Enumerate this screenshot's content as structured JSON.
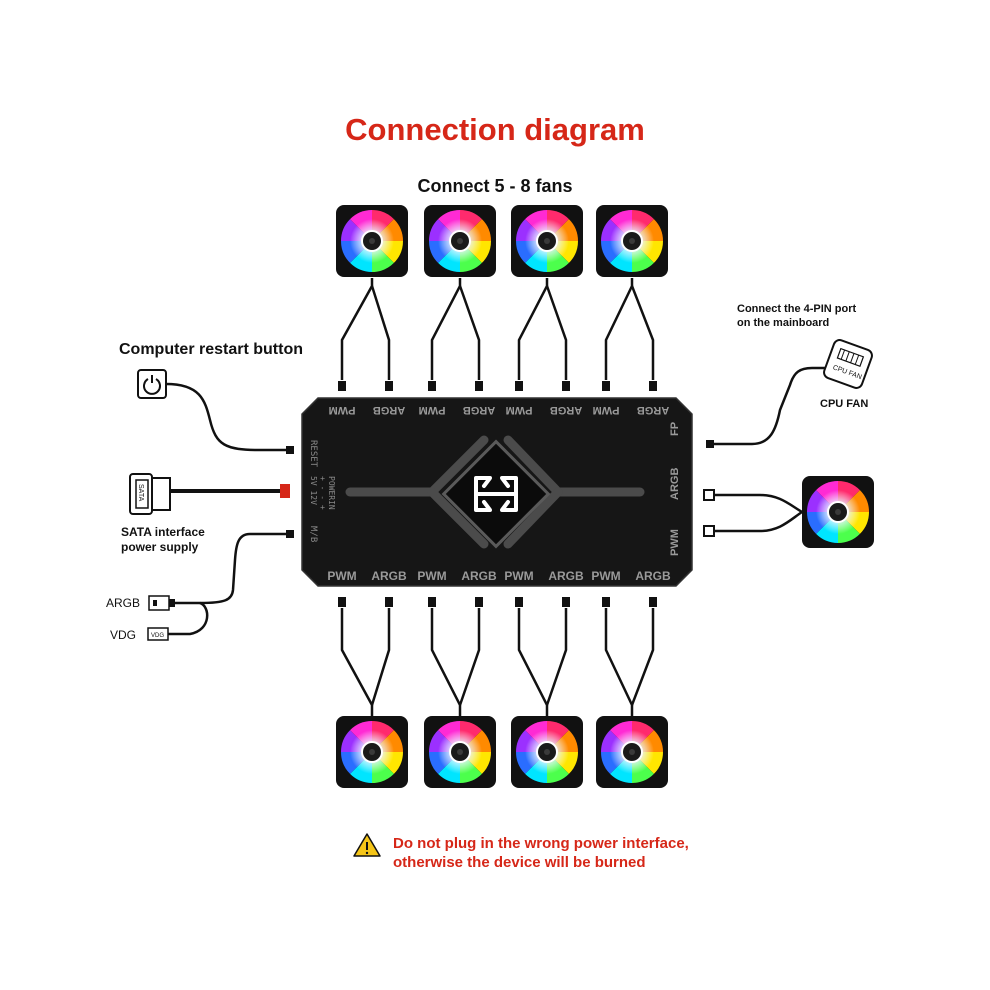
{
  "title": "Connection diagram",
  "subtitle": "Connect 5 - 8 fans",
  "labels": {
    "restart": "Computer restart button",
    "sata_line1": "SATA interface",
    "sata_line2": "power supply",
    "argb": "ARGB",
    "vdg": "VDG",
    "mainboard_line1": "Connect the 4-PIN port",
    "mainboard_line2": "on the mainboard",
    "cpu_fan": "CPU FAN",
    "cpu_fan_icon_text": "CPU FAN",
    "sata_icon_text": "SATA",
    "vdg_icon_text": "VDG"
  },
  "hub": {
    "top_ports": [
      "PWM",
      "ARGB",
      "PWM",
      "ARGB",
      "PWM",
      "ARGB",
      "PWM",
      "ARGB"
    ],
    "bottom_ports": [
      "PWM",
      "ARGB",
      "PWM",
      "ARGB",
      "PWM",
      "ARGB",
      "PWM",
      "ARGB"
    ],
    "left_labels": [
      "RESET",
      "POWERIN",
      "+ - - +",
      "5V 12V",
      "M/B"
    ],
    "right_labels": [
      "FP",
      "ARGB",
      "PWM"
    ]
  },
  "warning": {
    "line1": "Do not plug in the wrong power interface,",
    "line2": "otherwise the device will be burned"
  },
  "colors": {
    "title": "#d62718",
    "hub": "#161616",
    "warning_icon": "#f5c518"
  }
}
